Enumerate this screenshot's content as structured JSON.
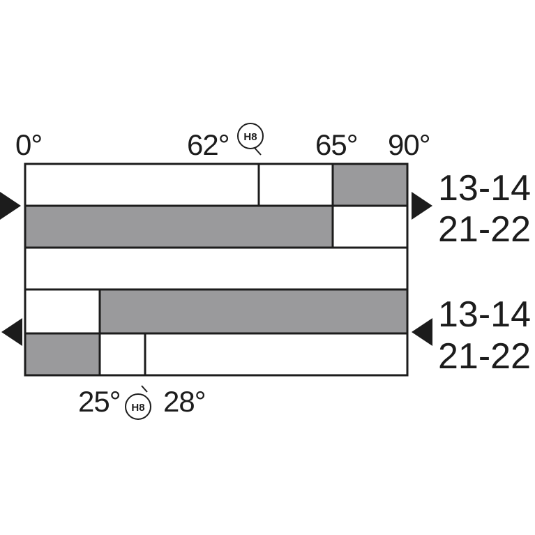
{
  "colors": {
    "active_fill": "#9a9a9c",
    "inactive_fill": "#ffffff",
    "stroke": "#1c1c1c"
  },
  "top_scale": {
    "labels": [
      "0°",
      "62°",
      "65°",
      "90°"
    ],
    "hysteresis_marker": "H8"
  },
  "bottom_scale": {
    "labels": [
      "25°",
      "28°"
    ],
    "hysteresis_marker": "H8"
  },
  "increasing": {
    "direction_icon": "arrow-right-icon",
    "contacts": [
      "13-14",
      "21-22"
    ]
  },
  "decreasing": {
    "direction_icon": "arrow-left-icon",
    "contacts": [
      "13-14",
      "21-22"
    ]
  }
}
